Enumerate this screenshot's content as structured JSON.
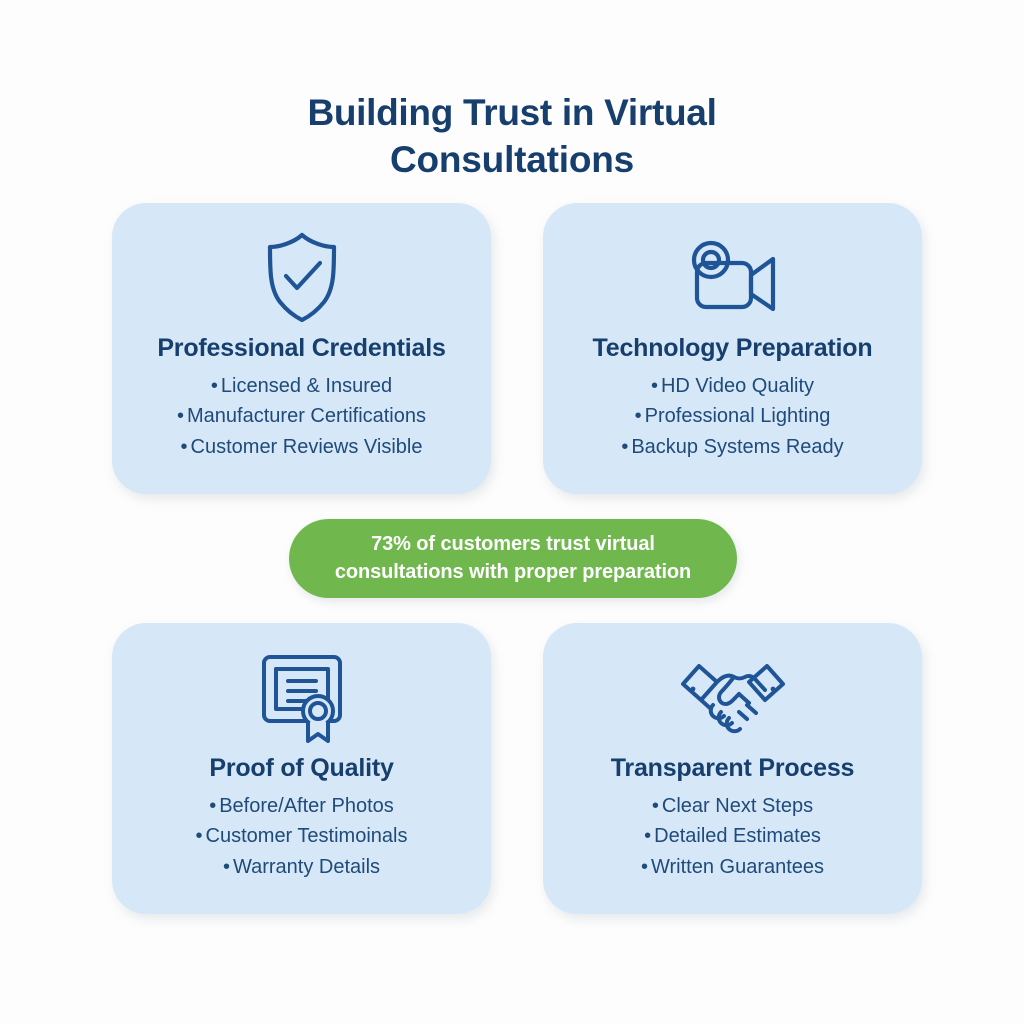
{
  "page": {
    "background_color": "#fdfdfd",
    "title_line_1": "Building Trust in Virtual",
    "title_line_2": "Consultations"
  },
  "theme": {
    "title_color": "#173f6e",
    "card_background": "#d6e8f7",
    "card_heading_color": "#173f6e",
    "card_text_color": "#1f4a7a",
    "icon_color": "#1f5596",
    "accent_green": "#70b84e",
    "badge_text_color": "#ffffff"
  },
  "cards": [
    {
      "icon": "shield-check-icon",
      "heading": "Professional Credentials",
      "items": [
        "Licensed & Insured",
        "Manufacturer Certifications",
        "Customer Reviews Visible"
      ]
    },
    {
      "icon": "video-camera-icon",
      "heading": "Technology Preparation",
      "items": [
        "HD Video Quality",
        "Professional Lighting",
        "Backup Systems Ready"
      ]
    },
    {
      "icon": "certificate-award-icon",
      "heading": "Proof of Quality",
      "items": [
        "Before/After Photos",
        "Customer Testimoinals",
        "Warranty Details"
      ]
    },
    {
      "icon": "handshake-icon",
      "heading": "Transparent Process",
      "items": [
        "Clear Next Steps",
        "Detailed Estimates",
        "Written Guarantees"
      ]
    }
  ],
  "stat_badge": {
    "line_1": "73% of customers trust virtual",
    "line_2": "consultations with proper preparation",
    "percentage": "73%"
  },
  "bullet_glyph": "•"
}
